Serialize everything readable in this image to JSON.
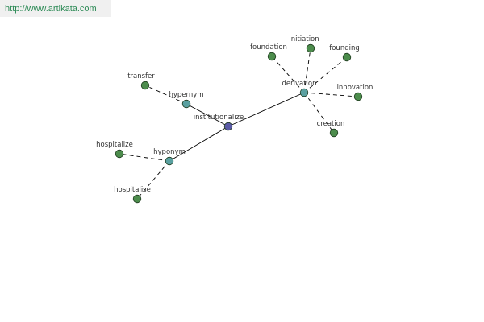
{
  "watermark": {
    "url": "http://www.artikata.com"
  },
  "graph": {
    "colors": {
      "center_node": "#5a5aa5",
      "relation_node": "#5aa0a0",
      "word_node": "#4c8c4c",
      "node_stroke": "#1e3a1e",
      "edge": "#000000"
    },
    "center": {
      "id": "institutionalize",
      "label": "institutionalize"
    },
    "relations": [
      {
        "id": "hypernym",
        "label": "hypernym",
        "words": [
          {
            "id": "transfer",
            "label": "transfer"
          }
        ]
      },
      {
        "id": "hyponym",
        "label": "hyponym",
        "words": [
          {
            "id": "hospitalize",
            "label": "hospitalize"
          },
          {
            "id": "hospitalise",
            "label": "hospitalise"
          }
        ]
      },
      {
        "id": "derivation",
        "label": "derivation",
        "words": [
          {
            "id": "foundation",
            "label": "foundation"
          },
          {
            "id": "initiation",
            "label": "initiation"
          },
          {
            "id": "founding",
            "label": "founding"
          },
          {
            "id": "innovation",
            "label": "innovation"
          },
          {
            "id": "creation",
            "label": "creation"
          }
        ]
      }
    ]
  }
}
